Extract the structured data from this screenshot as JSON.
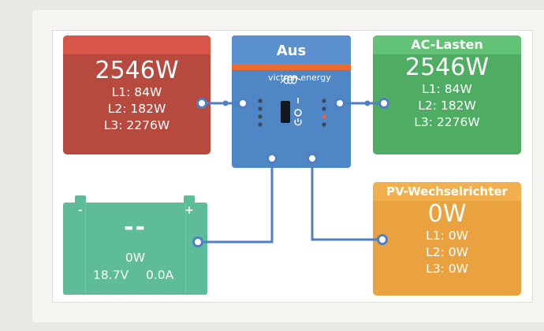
{
  "grid": {
    "power": "2546W",
    "l1": "L1: 84W",
    "l2": "L2: 182W",
    "l3": "L3: 2276W",
    "color": "#b64a3f"
  },
  "inverter": {
    "state": "Aus",
    "brand": "victron energy",
    "color": "#4f86c6",
    "stripe_color": "#ec6c2f"
  },
  "ac_loads": {
    "title": "AC-Lasten",
    "power": "2546W",
    "l1": "L1: 84W",
    "l2": "L2: 182W",
    "l3": "L3: 2276W",
    "color": "#4fac63"
  },
  "battery": {
    "minus": "-",
    "plus": "+",
    "soc": "--",
    "power": "0W",
    "voltage": "18.7V",
    "current": "0.0A",
    "color": "#5ebd98"
  },
  "pv_inverter": {
    "title": "PV-Wechselrichter",
    "power": "0W",
    "l1": "L1: 0W",
    "l2": "L2: 0W",
    "l3": "L3: 0W",
    "color": "#e9a23f"
  },
  "wire_color": "#4f7fc4"
}
